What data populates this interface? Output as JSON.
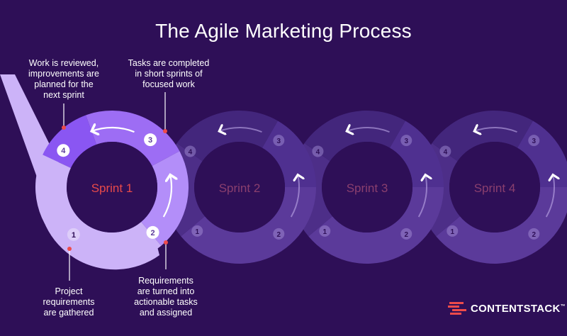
{
  "title": "The Agile Marketing Process",
  "sprints": [
    {
      "label": "Sprint 1",
      "active": true
    },
    {
      "label": "Sprint 2",
      "active": false
    },
    {
      "label": "Sprint 3",
      "active": false
    },
    {
      "label": "Sprint 4",
      "active": false
    }
  ],
  "step_numbers": [
    "1",
    "2",
    "3",
    "4"
  ],
  "annotations": {
    "step1": "Project\nrequirements\nare gathered",
    "step2": "Requirements\nare turned into\nactionable tasks\nand assigned",
    "step3": "Tasks are completed\nin short sprints of\nfocused work",
    "step4": "Work is reviewed,\nimprovements are\nplanned for the\nnext sprint"
  },
  "brand": {
    "name": "CONTENTSTACK",
    "tm": "™"
  },
  "colors": {
    "background": "#2e0f57",
    "accent_red": "#ee4b4b",
    "sprint1_label": "#e84a4a",
    "inactive_label": "#8a3f6e"
  }
}
